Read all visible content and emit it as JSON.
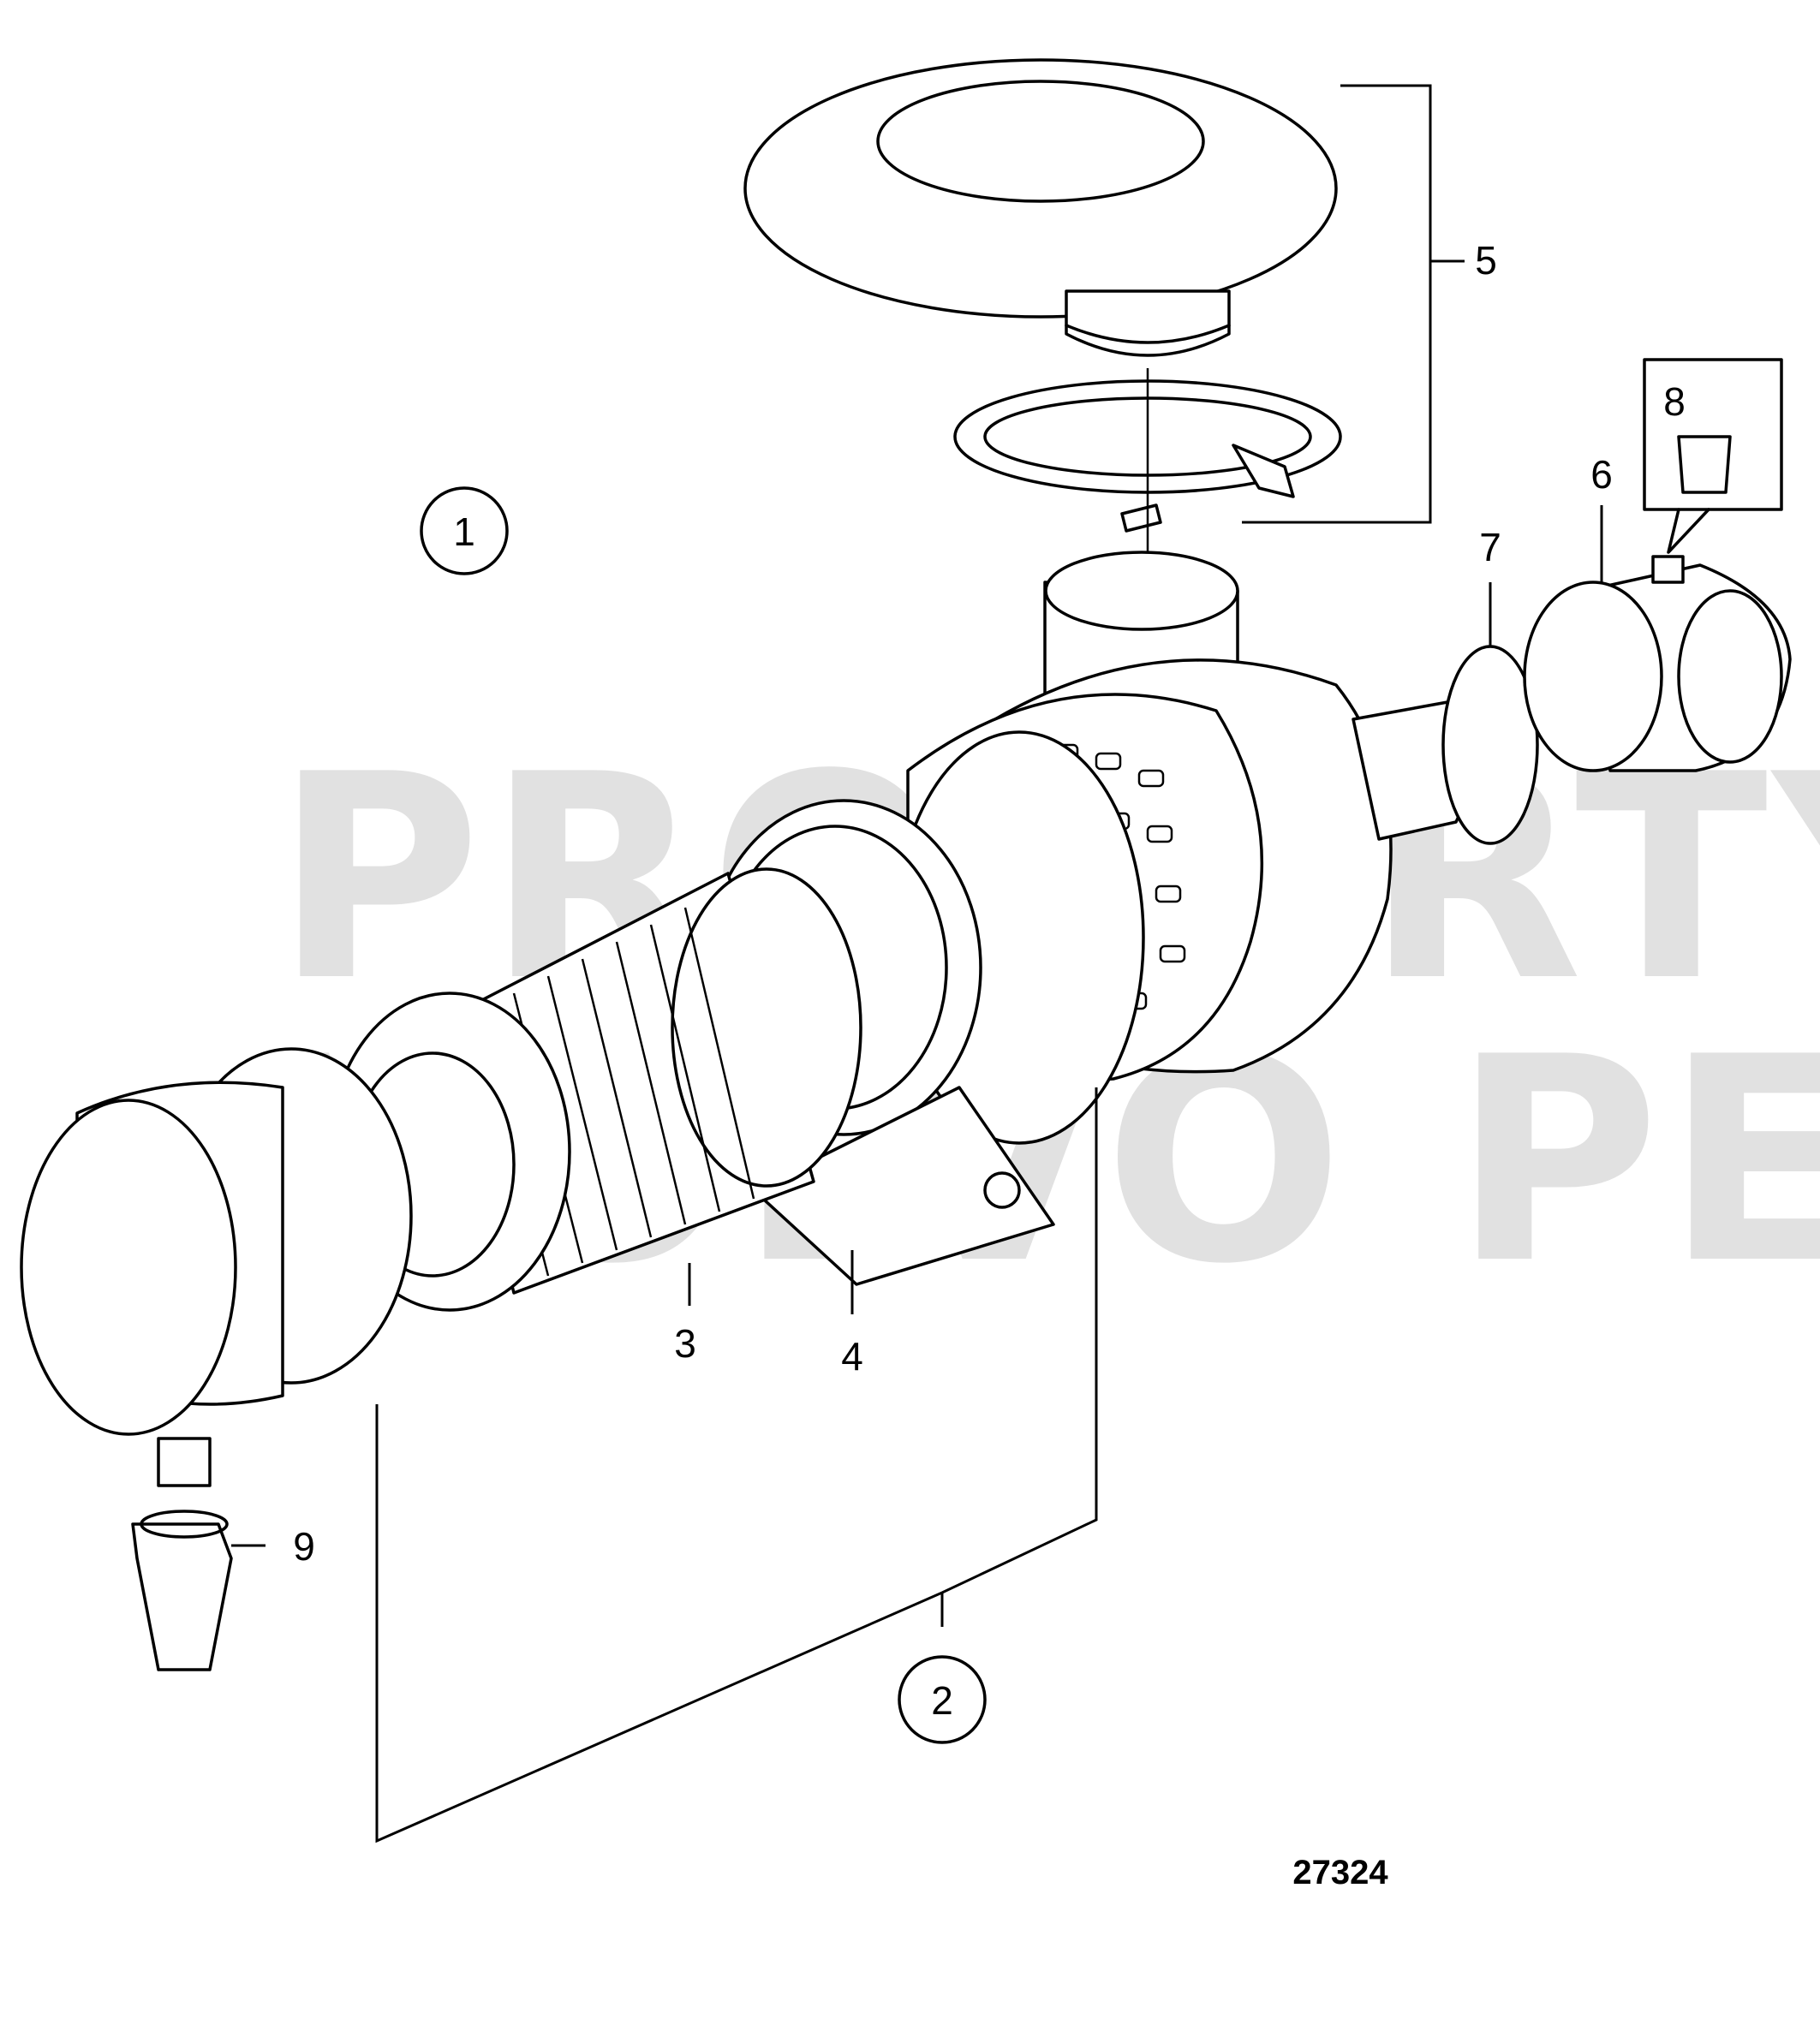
{
  "diagram": {
    "figure_number": "27324",
    "watermark_line1": "PROPERTY OF",
    "watermark_line2": "VOLVO PENTA",
    "circled_callouts": [
      "1",
      "2"
    ],
    "callouts": [
      "3",
      "4",
      "5",
      "6",
      "7",
      "8",
      "9"
    ],
    "line_color": "#000000",
    "watermark_color": "#c9c9c9"
  }
}
